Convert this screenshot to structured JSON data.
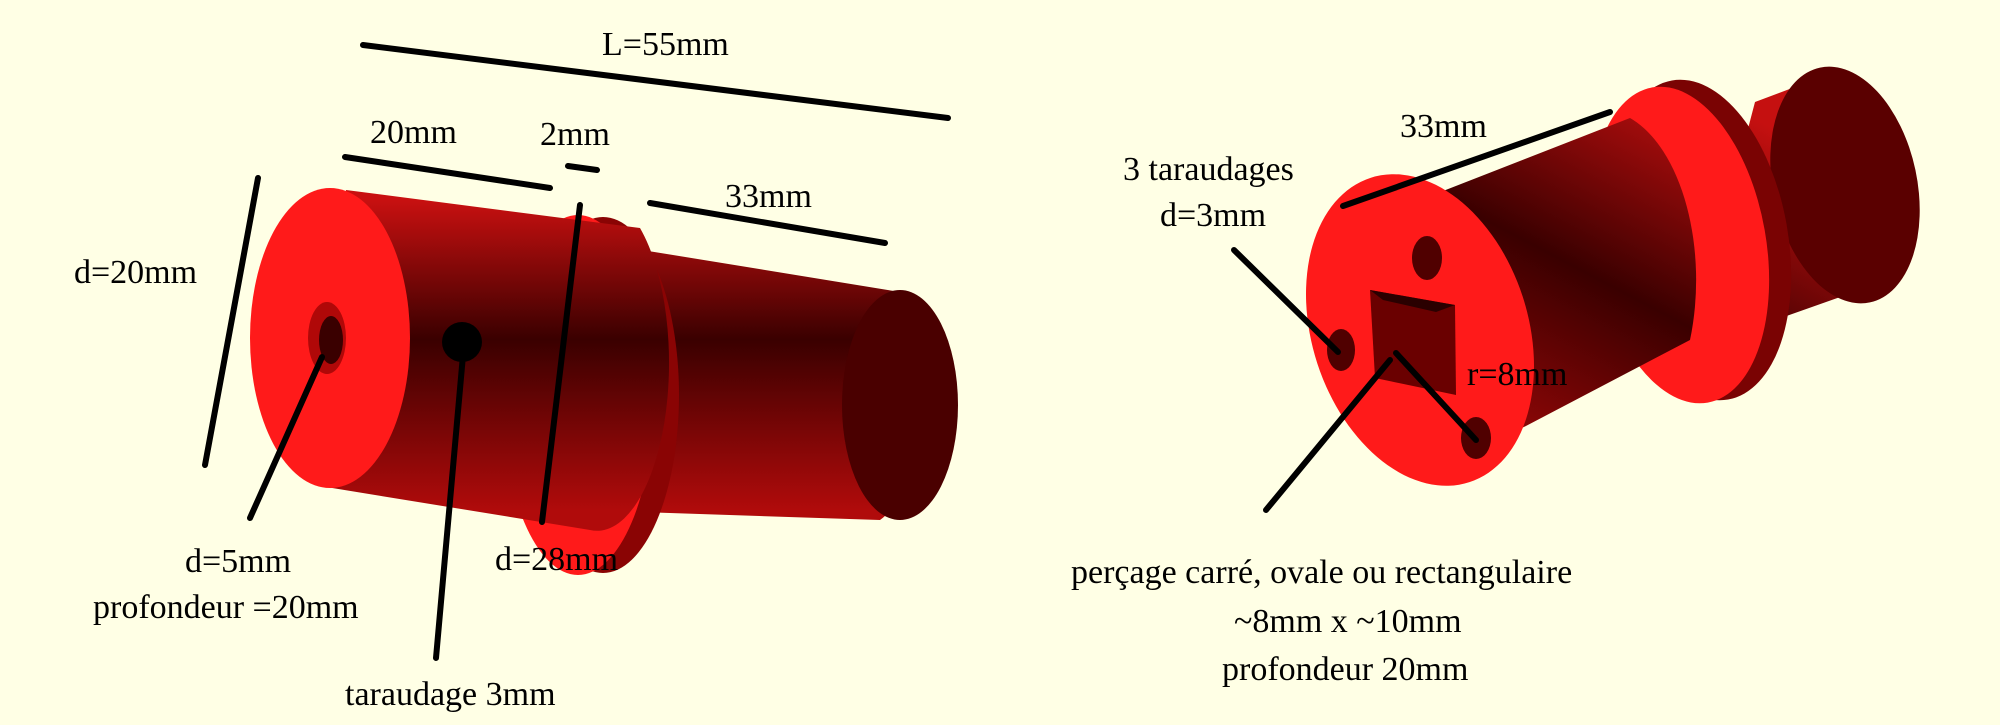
{
  "colors": {
    "background": "#ffffe5",
    "part_bright": "#ff1a1a",
    "part_dark": "#3a0000",
    "line": "#000000"
  },
  "left_view": {
    "label_total_length": "L=55mm",
    "label_segment_1": "20mm",
    "label_collar": "2mm",
    "label_segment_2": "33mm",
    "label_diameter_main": "d=20mm",
    "label_hole_diameter": "d=5mm",
    "label_hole_depth": "profondeur =20mm",
    "label_tap": "taraudage 3mm",
    "label_collar_diameter": "d=28mm"
  },
  "right_view": {
    "label_length": "33mm",
    "label_taps_count": "3 taraudages",
    "label_taps_diameter": "d=3mm",
    "label_radius": "r=8mm",
    "label_bore_shape": "perçage carré, ovale ou rectangulaire",
    "label_bore_size": "~8mm x ~10mm",
    "label_bore_depth": "profondeur 20mm"
  }
}
